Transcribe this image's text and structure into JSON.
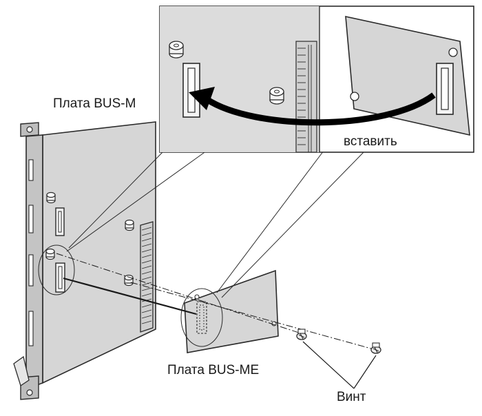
{
  "labels": {
    "bus_m": "Плата BUS-M",
    "bus_me": "Плата BUS-ME",
    "insert": "вставить",
    "screw": "Винт"
  },
  "colors": {
    "board_fill": "#d6d6d6",
    "board_edge": "#2a2a2a",
    "inset_fill": "#dcdcdc",
    "line": "#1a1a1a",
    "background": "#ffffff"
  },
  "icons": {
    "screw": "screw-icon",
    "connector": "connector-icon",
    "standoff": "standoff-icon",
    "arrow": "curved-arrow-icon"
  }
}
